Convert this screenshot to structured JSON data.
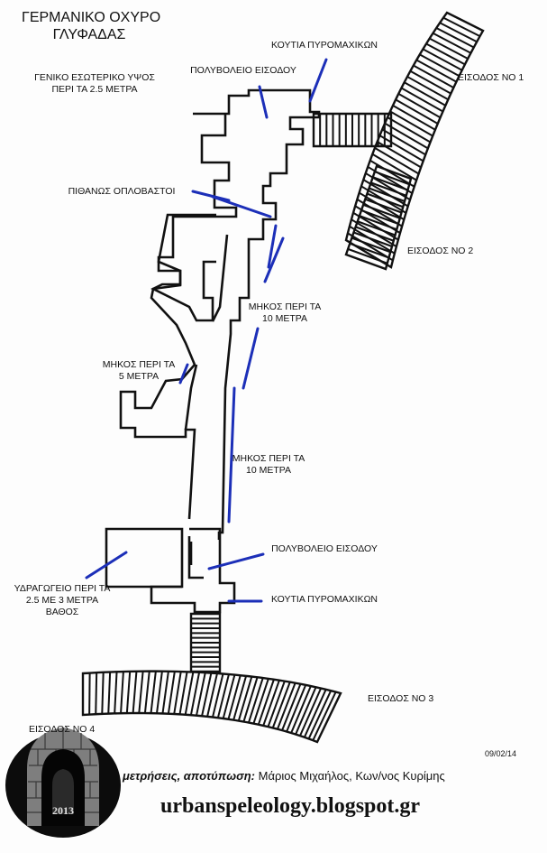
{
  "title": "ΓΕΡΜΑΝΙΚΟ ΟΧΥΡΟ\nΓΛΥΦΑΔΑΣ",
  "labels": {
    "height": "ΓΕΝΙΚΟ ΕΣΩΤΕΡΙΚΟ ΥΨΟΣ\nΠΕΡΙ ΤΑ 2.5 ΜΕΤΡΑ",
    "mg_top": "ΠΟΛΥΒΟΛΕΙΟ ΕΙΣΟΔΟΥ",
    "ammo_top": "ΚΟΥΤΙΑ ΠΥΡΟΜΑΧΙΚΩΝ",
    "entrance1": "ΕΙΣΟΔΟΣ ΝΟ 1",
    "armory": "ΠΙΘΑΝΩΣ ΟΠΛΟΒΑΣΤΟΙ",
    "entrance2": "ΕΙΣΟΔΟΣ ΝΟ 2",
    "length10a": "ΜΗΚΟΣ ΠΕΡΙ ΤΑ\n10 ΜΕΤΡΑ",
    "length5": "ΜΗΚΟΣ ΠΕΡΙ ΤΑ\n5 ΜΕΤΡΑ",
    "length10b": "ΜΗΚΟΣ ΠΕΡΙ ΤΑ\n10 ΜΕΤΡΑ",
    "mg_bottom": "ΠΟΛΥΒΟΛΕΙΟ ΕΙΣΟΔΟΥ",
    "ammo_bottom": "ΚΟΥΤΙΑ ΠΥΡΟΜΑΧΙΚΩΝ",
    "cistern": "ΥΔΡΑΓΩΓΕΙΟ ΠΕΡΙ ΤΑ\n2.5 ΜΕ 3 ΜΕΤΡΑ\nΒΑΘΟΣ",
    "entrance3": "ΕΙΣΟΔΟΣ ΝΟ 3",
    "entrance4": "ΕΙΣΟΔΟΣ ΝΟ 4"
  },
  "date": "09/02/14",
  "credit_label": "μετρήσεις, αποτύπωση:",
  "credit_names": "Μάριος Μιχαήλος, Κων/νος Κυρίμης",
  "website": "urbanspeleology.blogspot.gr",
  "logo_year": "2013",
  "colors": {
    "walls": "#111111",
    "pointers": "#1c2fb8",
    "background": "#fdfdfd"
  }
}
